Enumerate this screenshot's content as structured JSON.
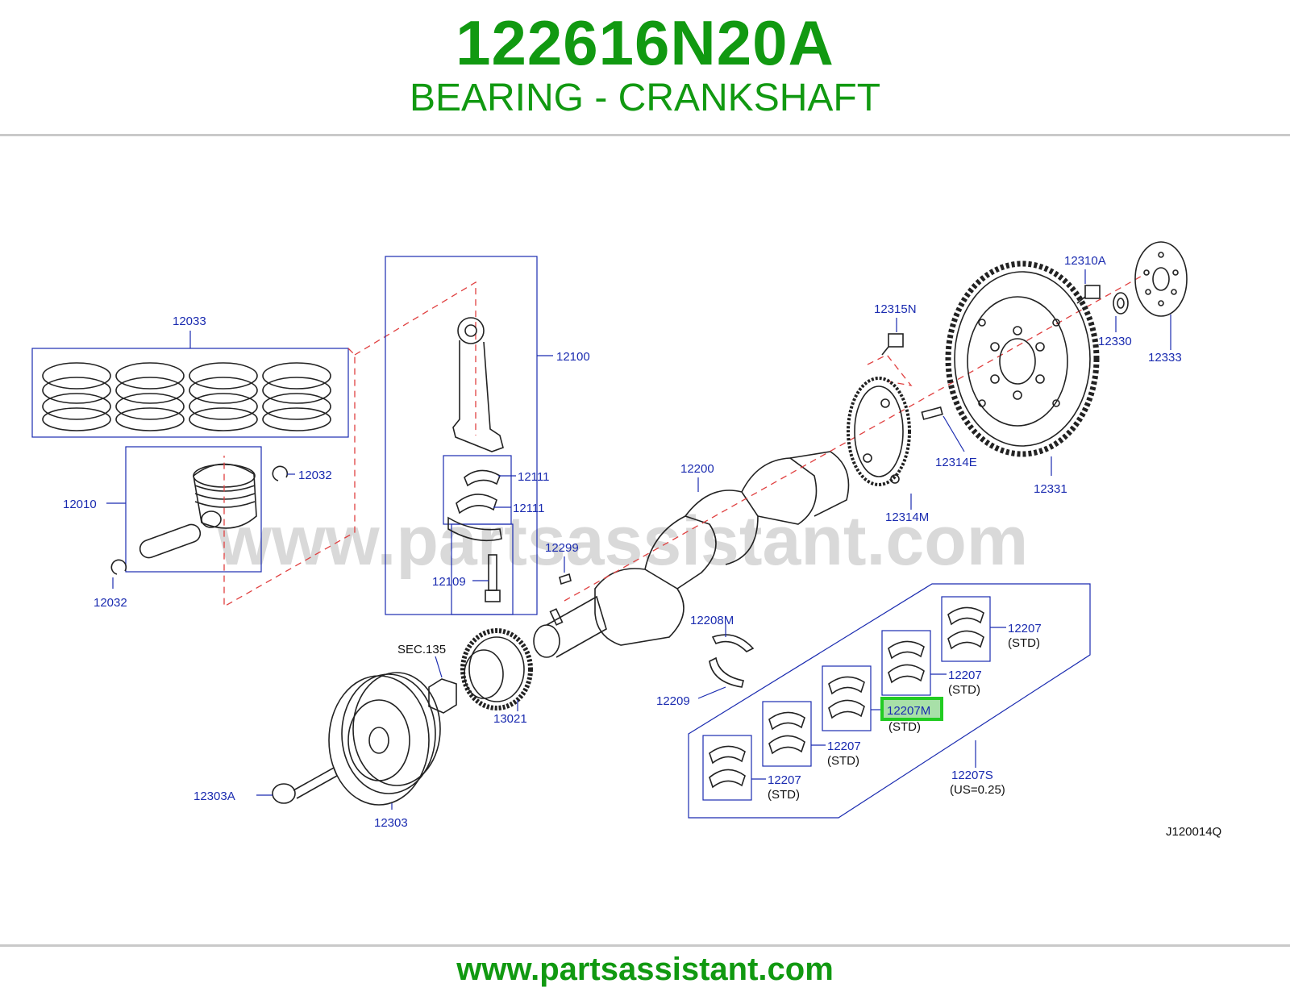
{
  "header": {
    "part_number": "122616N20A",
    "title": "BEARING - CRANKSHAFT"
  },
  "watermark": "www.partsassistant.com",
  "footer": {
    "url": "www.partsassistant.com"
  },
  "diagram_code": "J120014Q",
  "highlight_color": "#22cc22",
  "brand_color": "#119911",
  "callouts": {
    "c12033": "12033",
    "c12010": "12010",
    "c12032a": "12032",
    "c12032b": "12032",
    "c12100": "12100",
    "c12111a": "12111",
    "c12111b": "12111",
    "c12109": "12109",
    "c12299": "12299",
    "c12200": "12200",
    "c12315n": "12315N",
    "c12310a": "12310A",
    "c12330": "12330",
    "c12333": "12333",
    "c12314e": "12314E",
    "c12314m": "12314M",
    "c12331": "12331",
    "c12208m": "12208M",
    "c12209": "12209",
    "sec135": "SEC.135",
    "c13021": "13021",
    "c12303a": "12303A",
    "c12303": "12303",
    "b1": "12207",
    "b1s": "(STD)",
    "b2": "12207",
    "b2s": "(STD)",
    "b3": "12207M",
    "b3s": "(STD)",
    "b4": "12207",
    "b4s": "(STD)",
    "b5": "12207",
    "b5s": "(STD)",
    "set": "12207S",
    "set_size": "(US=0.25)"
  }
}
